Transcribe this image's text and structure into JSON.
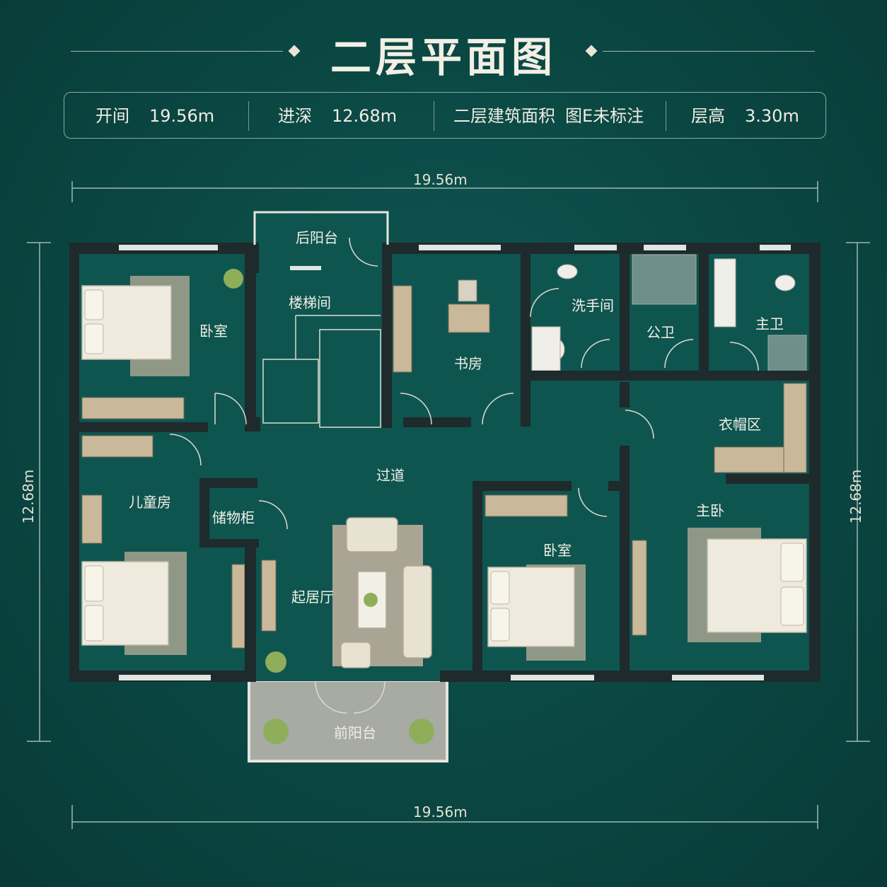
{
  "title": "二层平面图",
  "info": [
    {
      "label": "开间",
      "value": "19.56m"
    },
    {
      "label": "进深",
      "value": "12.68m"
    },
    {
      "label": "二层建筑面积",
      "value": "图E未标注"
    },
    {
      "label": "层高",
      "value": "3.30m"
    }
  ],
  "dimensions": {
    "top": "19.56m",
    "bottom": "19.56m",
    "left": "12.68m",
    "right": "12.68m"
  },
  "rooms": {
    "rear_balcony": "后阳台",
    "stairwell": "楼梯间",
    "bedroom_nw": "卧室",
    "study": "书房",
    "washroom": "洗手间",
    "public_bath": "公卫",
    "master_bath": "主卫",
    "cloakroom": "衣帽区",
    "corridor": "过道",
    "kids_room": "儿童房",
    "storage": "储物柜",
    "living_room": "起居厅",
    "bedroom_mid": "卧室",
    "master_bedroom": "主卧",
    "front_balcony": "前阳台"
  },
  "colors": {
    "background": "#0a4541",
    "wall": "#1e2a2b",
    "floor": "#0e5550",
    "balcony": "#a7aba4",
    "bed": "#eeeadd",
    "rug": "#8f9886",
    "wood": "#c9b89a"
  }
}
